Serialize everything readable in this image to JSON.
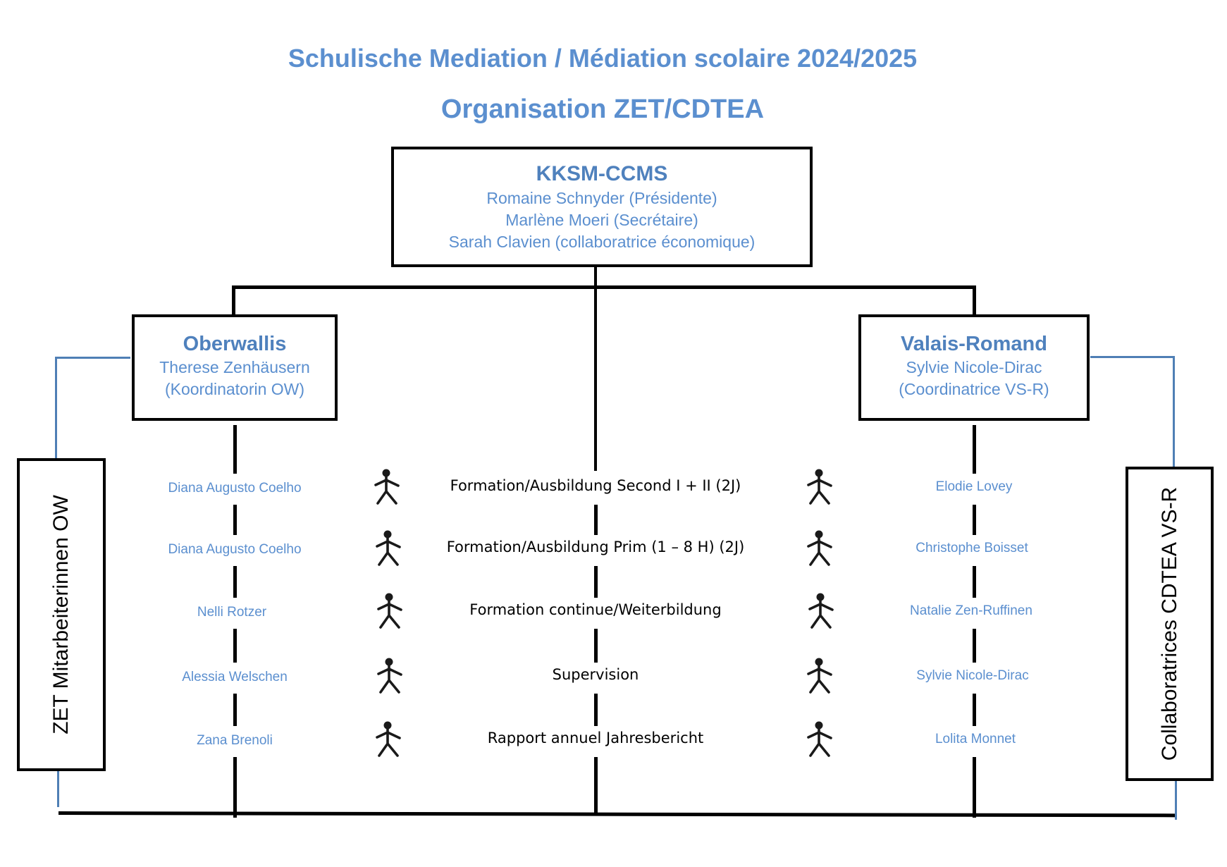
{
  "title": {
    "line1": "Schulische Mediation / Médiation scolaire 2024/2025",
    "line2": "Organisation ZET/CDTEA"
  },
  "top_box": {
    "heading": "KKSM-CCMS",
    "members": [
      "Romaine Schnyder (Présidente)",
      "Marlène Moeri (Secrétaire)",
      "Sarah Clavien (collaboratrice économique)"
    ]
  },
  "left_branch": {
    "heading": "Oberwallis",
    "coordinator": "Therese Zenhäusern",
    "role": "(Koordinatorin OW)",
    "side_label": "ZET Mitarbeiterinnen OW",
    "staff": [
      "Diana Augusto Coelho",
      "Diana Augusto Coelho",
      "Nelli Rotzer",
      "Alessia Welschen",
      "Zana Brenoli"
    ]
  },
  "right_branch": {
    "heading": "Valais-Romand",
    "coordinator": "Sylvie Nicole-Dirac",
    "role": "(Coordinatrice VS-R)",
    "side_label": "Collaboratrices CDTEA VS-R",
    "staff": [
      "Elodie Lovey",
      "Christophe Boisset",
      "Natalie Zen-Ruffinen",
      "Sylvie Nicole-Dirac",
      "Lolita Monnet"
    ]
  },
  "activities": [
    "Formation/Ausbildung Second I + II (2J)",
    "Formation/Ausbildung Prim (1 – 8 H) (2J)",
    "Formation continue/Weiterbildung",
    "Supervision",
    "Rapport annuel Jahresbericht"
  ],
  "icons": {
    "person": "person-stick-figure-icon"
  },
  "colors": {
    "accent": "#5b8fcf",
    "heading": "#4f81bd",
    "connector_blue": "#4f7fb5",
    "line": "#000000"
  }
}
